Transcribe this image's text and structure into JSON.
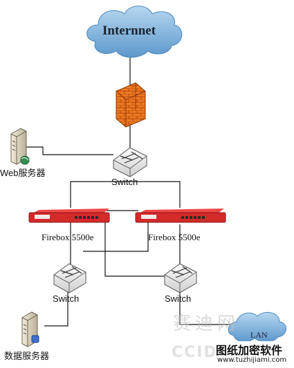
{
  "internet": {
    "label": "Internnet"
  },
  "web_server": {
    "label": "Web服务器"
  },
  "data_server": {
    "label": "数据服务器"
  },
  "switches": {
    "top": "Switch",
    "left": "Switch",
    "right": "Switch"
  },
  "fireboxes": {
    "left": "Firebox 5500e",
    "right": "Firebox 5500e"
  },
  "lan": {
    "label": "LAN"
  },
  "watermark": {
    "site_cn": "赛迪网",
    "site_en": "CCID",
    "software": "图纸加密软件",
    "url": "www.tuzhijiami.com"
  },
  "colors": {
    "cloud": "#7fb2dc",
    "firebox": "#d42a2a",
    "firewall": "#e8731f",
    "line": "#111111"
  }
}
